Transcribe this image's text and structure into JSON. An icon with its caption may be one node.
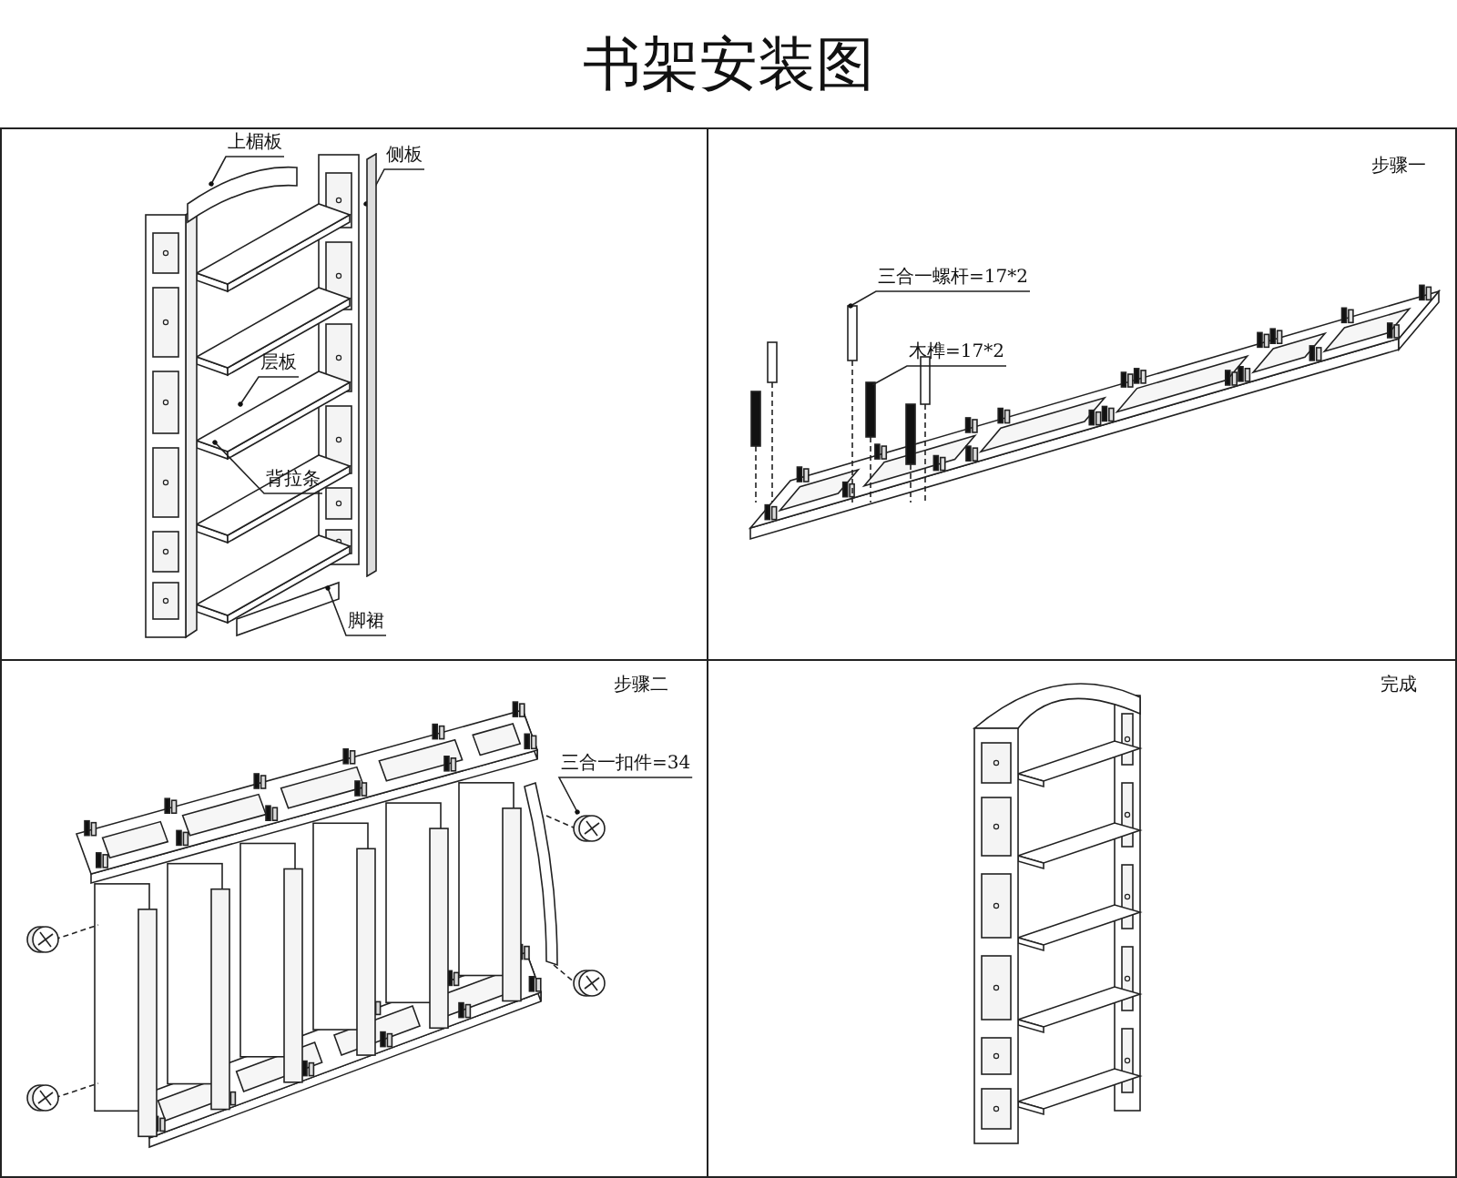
{
  "diagram": {
    "title": "书架安装图",
    "nodes": [
      {
        "text": [],
        "shape": "box"
      },
      {
        "text": [
          "上楣板"
        ],
        "in": 0
      },
      {
        "text": [
          "侧板"
        ],
        "in": 0
      },
      {
        "text": [
          "层板"
        ],
        "in": 0
      },
      {
        "text": [
          "背拉条"
        ],
        "in": 0
      },
      {
        "text": [
          "脚裙"
        ],
        "in": 0
      },
      {
        "text": [
          "步骤一"
        ]
      },
      {
        "text": [
          "三合一螺杆=17*2"
        ],
        "in": 6
      },
      {
        "text": [
          "木榫=17*2"
        ],
        "in": 6
      },
      {
        "text": [
          "步骤二"
        ]
      },
      {
        "text": [
          "三合一扣件=34"
        ],
        "in": 9
      },
      {
        "text": [
          "完成"
        ]
      },
      {
        "text": [],
        "shape": "bar",
        "in": 0
      }
    ],
    "edges": [
      {
        "from": 1,
        "to": null,
        "arrow": "other"
      },
      {
        "from": 2,
        "to": 12,
        "arrow": "other"
      },
      {
        "from": 3,
        "to": null,
        "arrow": "other"
      },
      {
        "from": 4,
        "to": null,
        "arrow": "other"
      },
      {
        "from": 5,
        "to": null,
        "arrow": "other"
      },
      {
        "from": 7,
        "to": null,
        "arrow": "other"
      },
      {
        "from": 8,
        "to": null,
        "arrow": "other"
      },
      {
        "from": 10,
        "to": null,
        "arrow": "other"
      }
    ]
  }
}
